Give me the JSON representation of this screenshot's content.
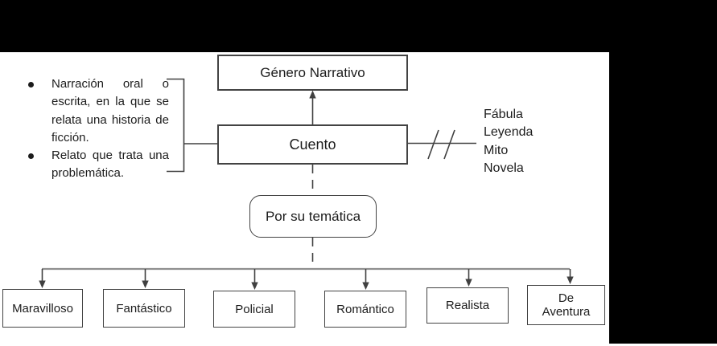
{
  "colors": {
    "background": "#ffffff",
    "letterbox": "#000000",
    "box_border": "#434343",
    "connector": "#404040",
    "branch_line": "#8f8f8f",
    "text": "#1c1c1c"
  },
  "diagram": {
    "root": {
      "label": "Género Narrativo"
    },
    "central": {
      "label": "Cuento"
    },
    "classifier": {
      "label": "Por su temática"
    },
    "definition_bullets": [
      "Narración oral o escrita, en la que se relata una historia de ficción.",
      "Relato que trata una problemática."
    ],
    "related_genres": [
      "Fábula",
      "Leyenda",
      "Mito",
      "Novela"
    ],
    "themes": [
      "Maravilloso",
      "Fantástico",
      "Policial",
      "Romántico",
      "Realista",
      "De Aventura"
    ]
  }
}
